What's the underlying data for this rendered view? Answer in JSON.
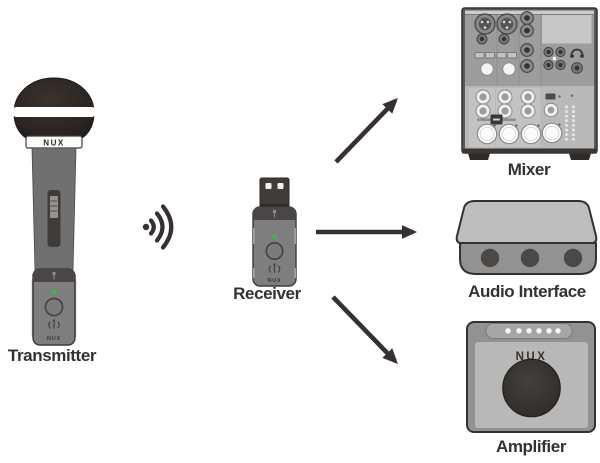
{
  "colors": {
    "background": "#ffffff",
    "ink": "#363130",
    "device_gray": "#7e7e7e",
    "led_green": "#3cb54a"
  },
  "transmitter": {
    "label": "Transmitter",
    "mic_head_brand": "NUX",
    "pack_brand": "NUX"
  },
  "signal": {
    "icon": "wireless-signal-icon"
  },
  "receiver": {
    "label": "Receiver",
    "brand": "NUX"
  },
  "outputs": {
    "mixer": {
      "label": "Mixer"
    },
    "audio_interface": {
      "label": "Audio Interface"
    },
    "amplifier": {
      "label": "Amplifier",
      "brand": "NUX"
    }
  },
  "connections": [
    {
      "from": "receiver",
      "to": "mixer"
    },
    {
      "from": "receiver",
      "to": "audio_interface"
    },
    {
      "from": "receiver",
      "to": "amplifier"
    }
  ]
}
